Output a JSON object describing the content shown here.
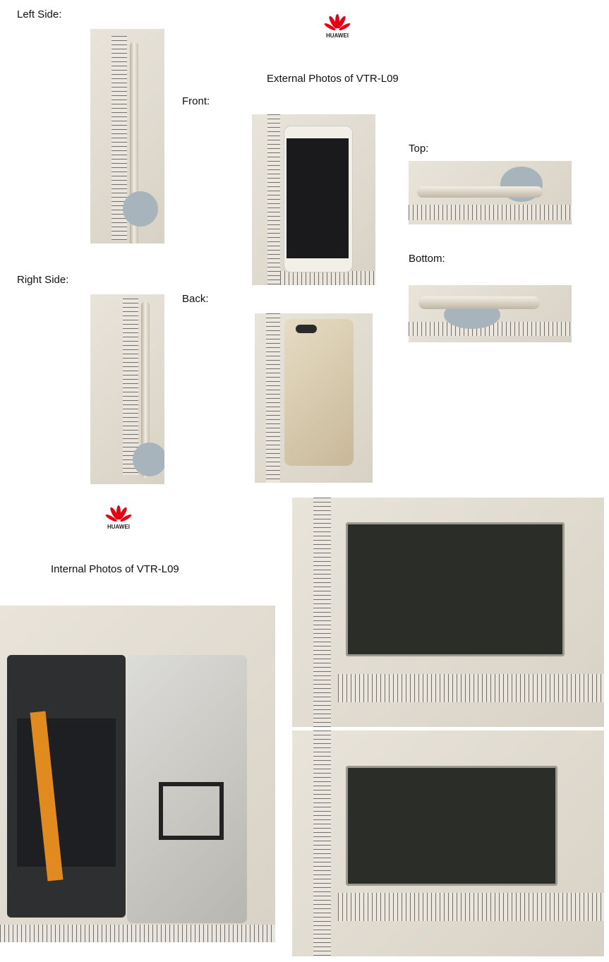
{
  "external": {
    "title": "External Photos of VTR-L09",
    "logo_text": "HUAWEI",
    "labels": {
      "left": "Left Side:",
      "front": "Front:",
      "top": "Top:",
      "bottom": "Bottom:",
      "right": "Right Side:",
      "back": "Back:"
    }
  },
  "internal": {
    "title": "Internal Photos of VTR-L09",
    "logo_text": "HUAWEI"
  },
  "colors": {
    "brand": "#e60012"
  }
}
